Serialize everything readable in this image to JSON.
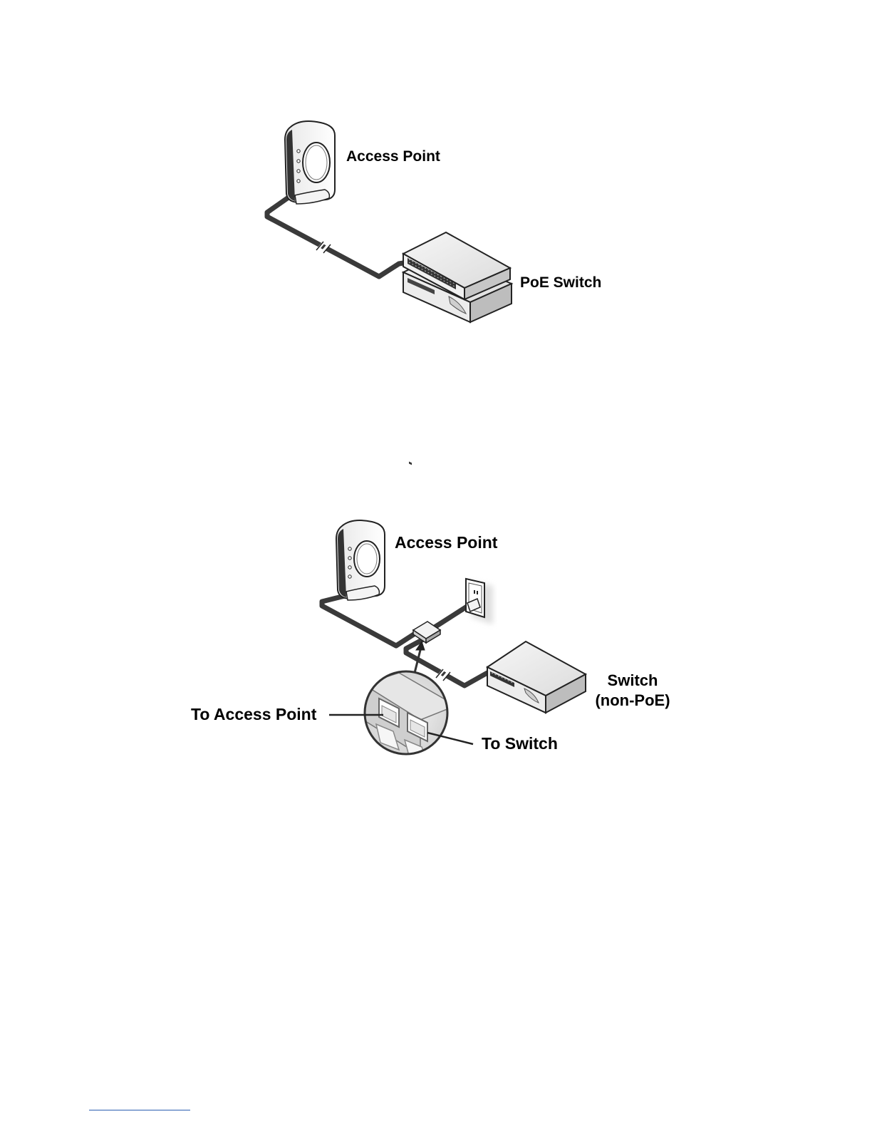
{
  "diagram1": {
    "access_point_label": "Access Point",
    "switch_label": "PoE Switch"
  },
  "diagram2": {
    "access_point_label": "Access Point",
    "switch_label_line1": "Switch",
    "switch_label_line2": "(non-PoE)",
    "to_access_point_label": "To Access Point",
    "to_switch_label": "To Switch"
  },
  "colors": {
    "cable": "#3a3a3a",
    "outline": "#222222",
    "footer_rule": "#2a5db0"
  }
}
